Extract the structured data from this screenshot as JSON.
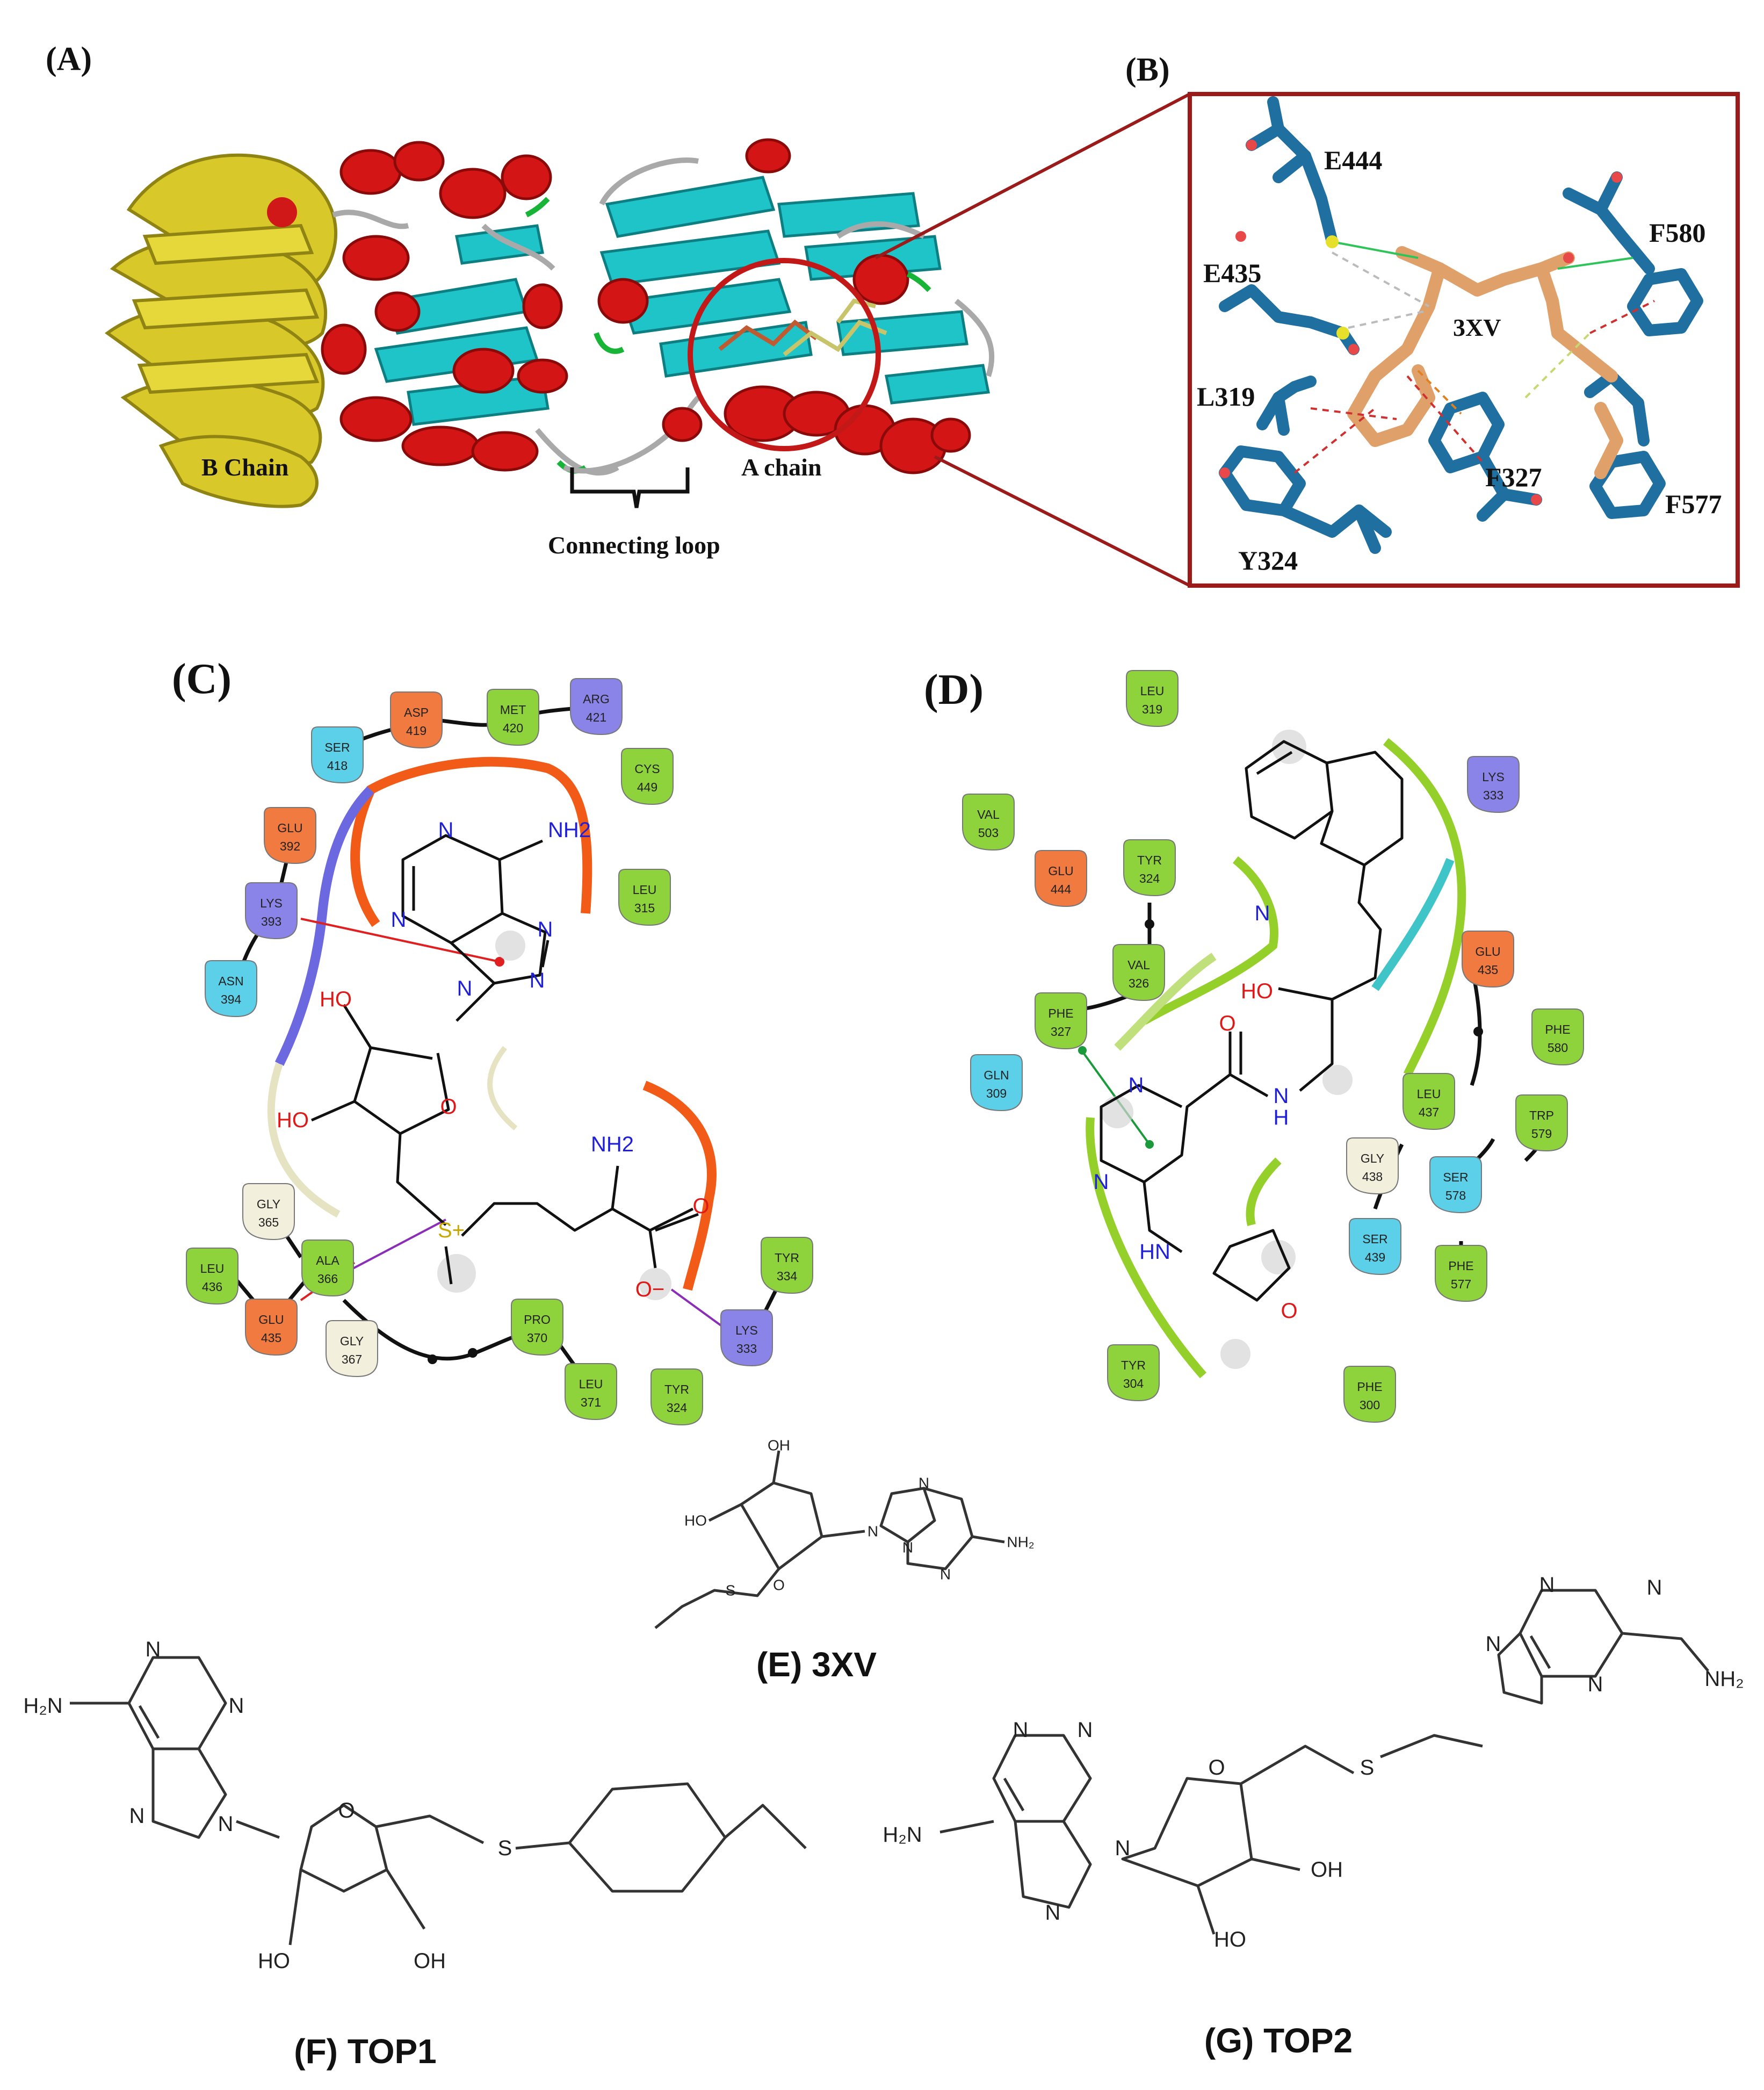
{
  "panels": {
    "A": {
      "label": "(A)",
      "chain_b": "B Chain",
      "chain_a": "A chain",
      "loop": "Connecting loop"
    },
    "B": {
      "label": "(B)",
      "ligand": "3XV",
      "residues": [
        "E444",
        "E435",
        "L319",
        "Y324",
        "F327",
        "F580",
        "F577"
      ]
    },
    "C": {
      "label": "(C)",
      "residues": [
        {
          "name": "SER",
          "num": "418",
          "color": "#5bd0e8"
        },
        {
          "name": "ASP",
          "num": "419",
          "color": "#f07a40"
        },
        {
          "name": "MET",
          "num": "420",
          "color": "#8fd33c"
        },
        {
          "name": "ARG",
          "num": "421",
          "color": "#8b84e8"
        },
        {
          "name": "CYS",
          "num": "449",
          "color": "#8fd33c"
        },
        {
          "name": "LEU",
          "num": "315",
          "color": "#8fd33c"
        },
        {
          "name": "GLU",
          "num": "392",
          "color": "#f07a40"
        },
        {
          "name": "LYS",
          "num": "393",
          "color": "#8b84e8"
        },
        {
          "name": "ASN",
          "num": "394",
          "color": "#5bd0e8"
        },
        {
          "name": "GLY",
          "num": "365",
          "color": "#f2f0dc"
        },
        {
          "name": "ALA",
          "num": "366",
          "color": "#8fd33c"
        },
        {
          "name": "LEU",
          "num": "436",
          "color": "#8fd33c"
        },
        {
          "name": "GLU",
          "num": "435",
          "color": "#f07a40"
        },
        {
          "name": "GLY",
          "num": "367",
          "color": "#f2f0dc"
        },
        {
          "name": "PRO",
          "num": "370",
          "color": "#8fd33c"
        },
        {
          "name": "LEU",
          "num": "371",
          "color": "#8fd33c"
        },
        {
          "name": "TYR",
          "num": "324",
          "color": "#8fd33c"
        },
        {
          "name": "TYR",
          "num": "334",
          "color": "#8fd33c"
        },
        {
          "name": "LYS",
          "num": "333",
          "color": "#8b84e8"
        }
      ],
      "atoms": [
        "N",
        "N",
        "NH2",
        "N",
        "N",
        "N",
        "HO",
        "HO",
        "O",
        "NH2",
        "O",
        "O−",
        "S+"
      ]
    },
    "D": {
      "label": "(D)",
      "residues": [
        {
          "name": "LEU",
          "num": "319",
          "color": "#8fd33c"
        },
        {
          "name": "LYS",
          "num": "333",
          "color": "#8b84e8"
        },
        {
          "name": "VAL",
          "num": "503",
          "color": "#8fd33c"
        },
        {
          "name": "GLU",
          "num": "444",
          "color": "#f07a40"
        },
        {
          "name": "TYR",
          "num": "324",
          "color": "#8fd33c"
        },
        {
          "name": "VAL",
          "num": "326",
          "color": "#8fd33c"
        },
        {
          "name": "PHE",
          "num": "327",
          "color": "#8fd33c"
        },
        {
          "name": "GLN",
          "num": "309",
          "color": "#5bd0e8"
        },
        {
          "name": "GLU",
          "num": "435",
          "color": "#f07a40"
        },
        {
          "name": "PHE",
          "num": "580",
          "color": "#8fd33c"
        },
        {
          "name": "LEU",
          "num": "437",
          "color": "#8fd33c"
        },
        {
          "name": "TRP",
          "num": "579",
          "color": "#8fd33c"
        },
        {
          "name": "GLY",
          "num": "438",
          "color": "#f2f0dc"
        },
        {
          "name": "SER",
          "num": "578",
          "color": "#5bd0e8"
        },
        {
          "name": "SER",
          "num": "439",
          "color": "#5bd0e8"
        },
        {
          "name": "PHE",
          "num": "577",
          "color": "#8fd33c"
        },
        {
          "name": "TYR",
          "num": "304",
          "color": "#8fd33c"
        },
        {
          "name": "PHE",
          "num": "300",
          "color": "#8fd33c"
        }
      ]
    },
    "E": {
      "caption": "(E) 3XV"
    },
    "F": {
      "caption": "(F) TOP1"
    },
    "G": {
      "caption": "(G) TOP2"
    }
  }
}
